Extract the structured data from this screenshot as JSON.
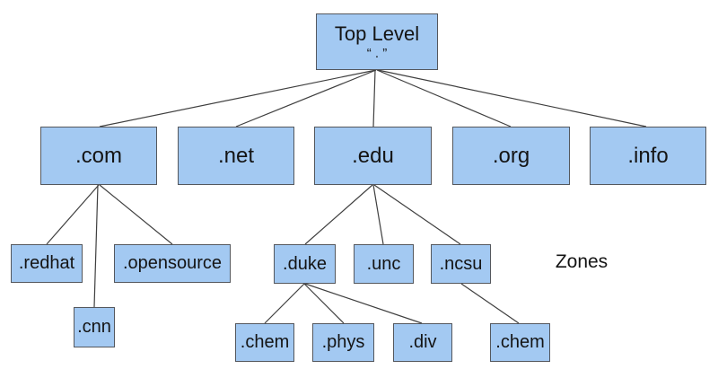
{
  "colors": {
    "node_fill": "#a3c9f2",
    "node_border": "#54575d",
    "edge_stroke": "#3f3f3f",
    "text": "#141414",
    "background": "#ffffff"
  },
  "nodes": {
    "top": {
      "label": "Top Level",
      "sublabel": "“ . ”"
    },
    "com": {
      "label": ".com"
    },
    "net": {
      "label": ".net"
    },
    "edu": {
      "label": ".edu"
    },
    "org": {
      "label": ".org"
    },
    "info": {
      "label": ".info"
    },
    "redhat": {
      "label": ".redhat"
    },
    "opensource": {
      "label": ".opensource"
    },
    "cnn": {
      "label": ".cnn"
    },
    "duke": {
      "label": ".duke"
    },
    "unc": {
      "label": ".unc"
    },
    "ncsu": {
      "label": ".ncsu"
    },
    "duke_chem": {
      "label": ".chem"
    },
    "duke_phys": {
      "label": ".phys"
    },
    "duke_div": {
      "label": ".div"
    },
    "ncsu_chem": {
      "label": ".chem"
    }
  },
  "annotation": {
    "zones": "Zones"
  },
  "edges": [
    {
      "from": "top",
      "to": "com"
    },
    {
      "from": "top",
      "to": "net"
    },
    {
      "from": "top",
      "to": "edu"
    },
    {
      "from": "top",
      "to": "org"
    },
    {
      "from": "top",
      "to": "info"
    },
    {
      "from": "com",
      "to": "redhat"
    },
    {
      "from": "com",
      "to": "cnn"
    },
    {
      "from": "com",
      "to": "opensource"
    },
    {
      "from": "edu",
      "to": "duke"
    },
    {
      "from": "edu",
      "to": "unc"
    },
    {
      "from": "edu",
      "to": "ncsu"
    },
    {
      "from": "duke",
      "to": "duke_chem"
    },
    {
      "from": "duke",
      "to": "duke_phys"
    },
    {
      "from": "duke",
      "to": "duke_div"
    },
    {
      "from": "ncsu",
      "to": "ncsu_chem"
    }
  ]
}
